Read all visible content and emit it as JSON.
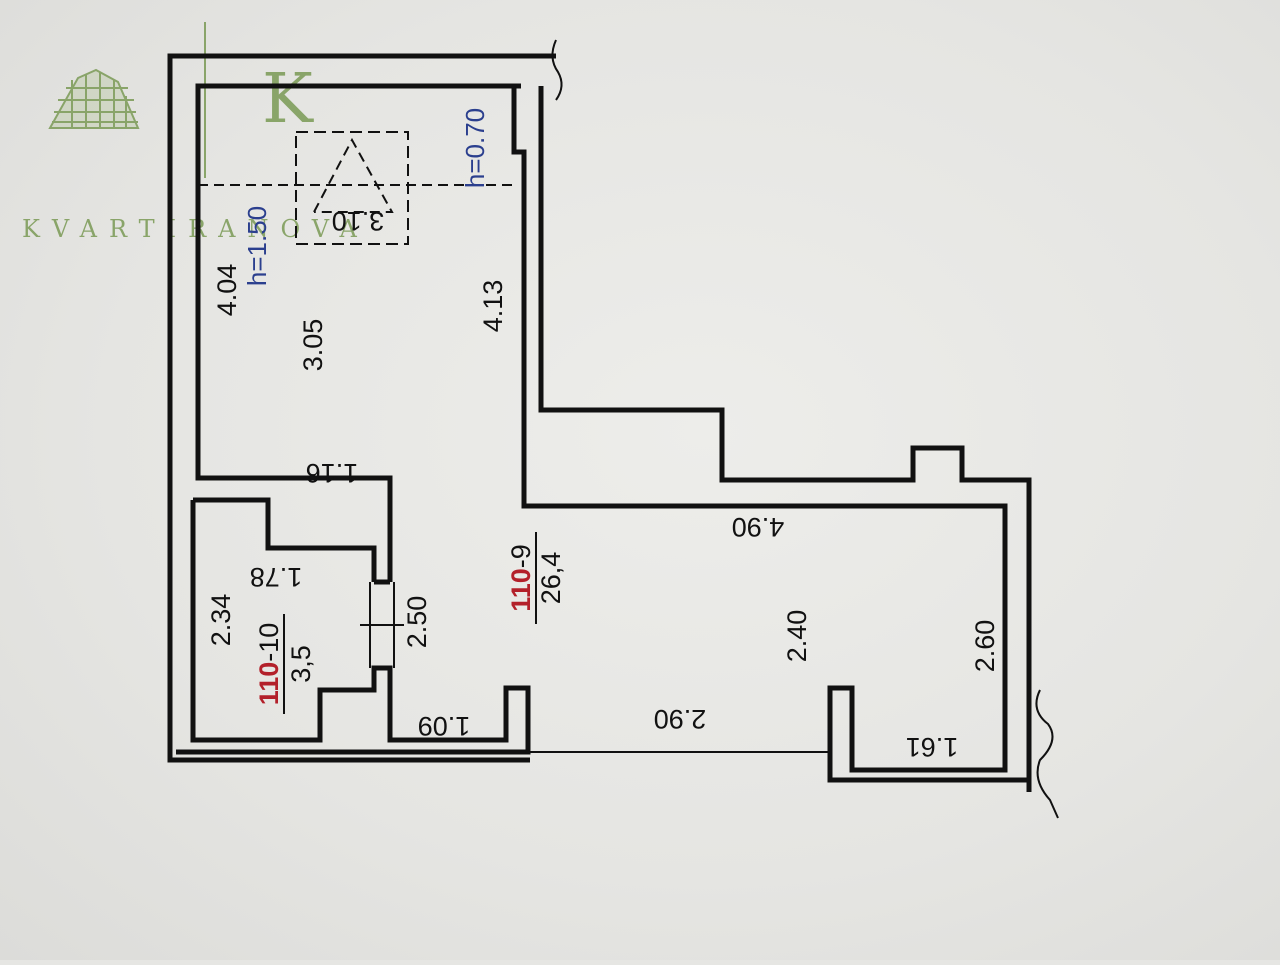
{
  "watermark": {
    "brand": "KVARTIRANOVA",
    "letter": "K",
    "color": "#7a9a55"
  },
  "rooms": [
    {
      "id_prefix": "110",
      "id_suffix": "-9",
      "area": "26,4"
    },
    {
      "id_prefix": "110",
      "id_suffix": "-10",
      "area": "3,5"
    }
  ],
  "dimensions": {
    "d_4_04": "4.04",
    "d_3_05": "3.05",
    "d_4_13": "4.13",
    "d_3_10": "3.10",
    "d_1_16": "1.16",
    "d_1_78": "1.78",
    "d_2_34": "2.34",
    "d_2_50": "2.50",
    "d_1_09": "1.09",
    "d_2_90": "2.90",
    "d_2_40": "2.40",
    "d_4_90": "4.90",
    "d_2_60": "2.60",
    "d_1_61": "1.61"
  },
  "annotations": {
    "h_low": "h=1.50",
    "h_high": "h=0.70"
  },
  "colors": {
    "wall": "#111111",
    "room_id": "#b3202a",
    "handwriting": "#2b3f8e",
    "paper": "#e6e6e3"
  }
}
